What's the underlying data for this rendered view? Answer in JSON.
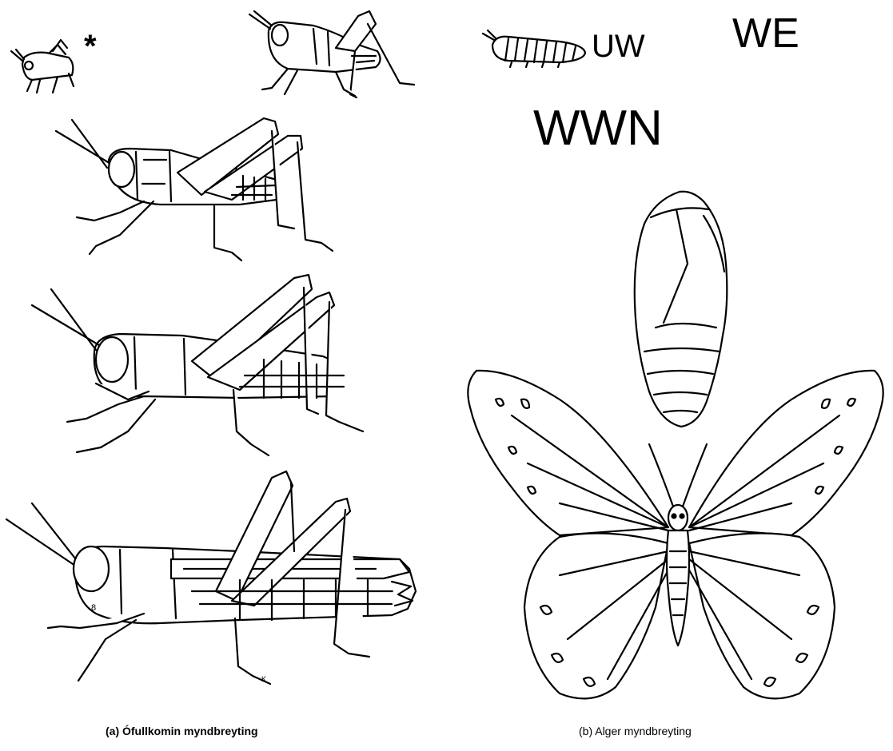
{
  "labels": {
    "star": "*",
    "uw": "UW",
    "we": "WE",
    "wwn": "WWN",
    "num_8": "8",
    "letter_k": "K"
  },
  "captions": {
    "a": "(a) Ófullkomin myndbreyting",
    "b": "(b) Alger myndbreyting"
  },
  "colors": {
    "line": "#000000",
    "fill": "#ffffff"
  }
}
